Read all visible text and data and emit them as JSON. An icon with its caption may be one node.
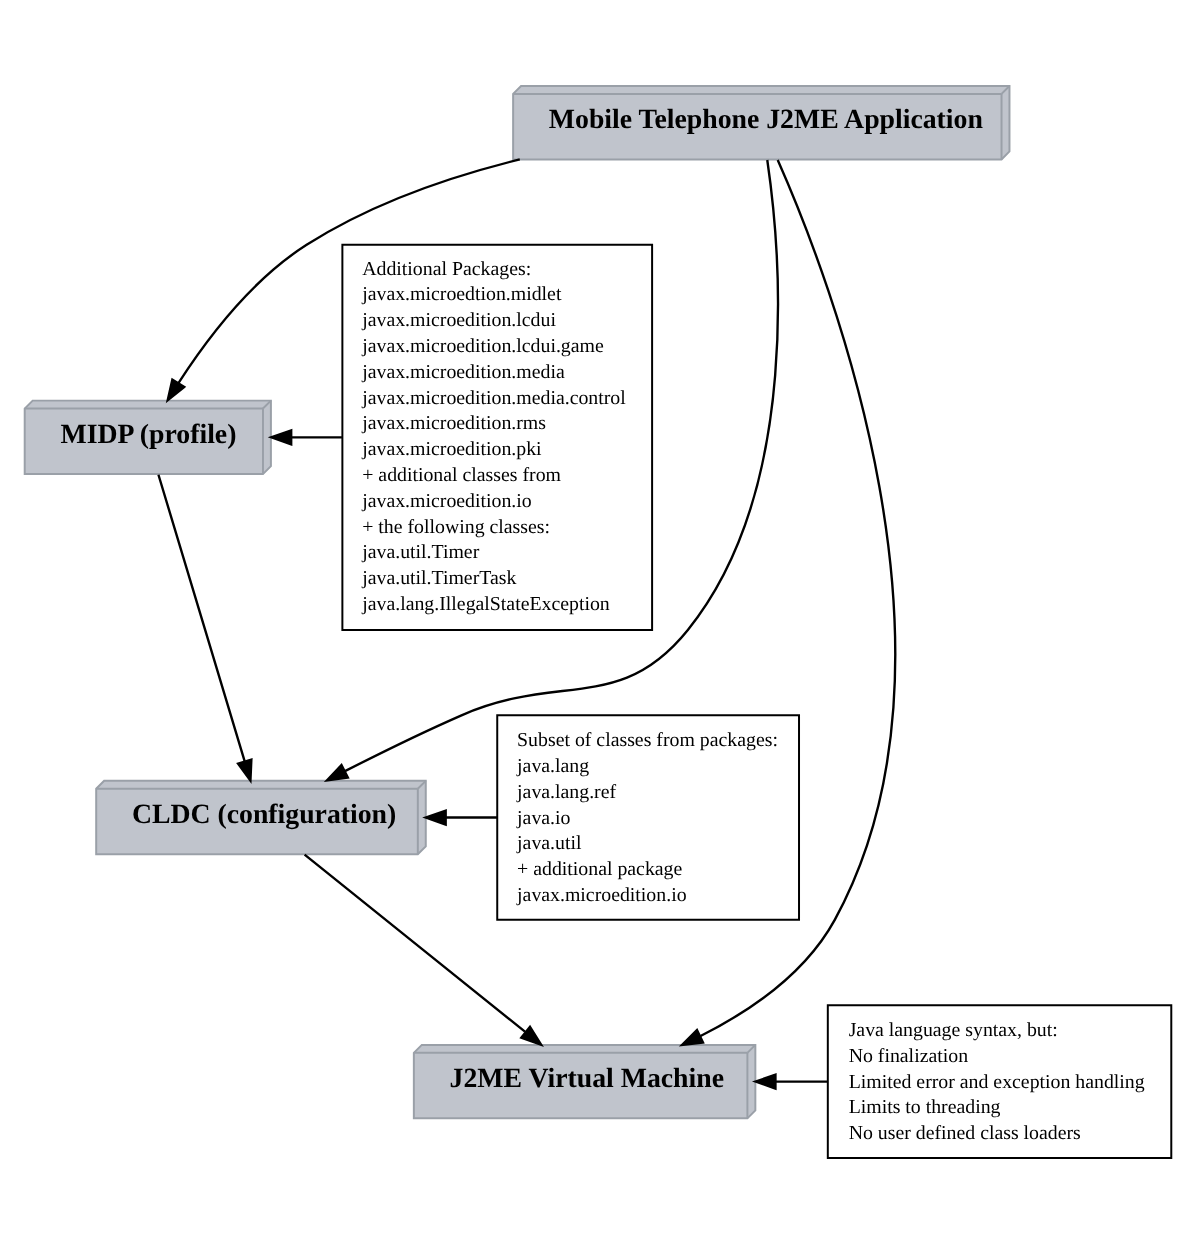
{
  "diagram": {
    "nodes": [
      {
        "text": [
          "Mobile Telephone J2ME Application"
        ]
      },
      {
        "text": [
          "MIDP (profile)"
        ]
      },
      {
        "text": [
          "Additional Packages:",
          "javax.microedtion.midlet",
          "javax.microedition.lcdui",
          "javax.microedition.lcdui.game",
          "javax.microedition.media",
          "javax.microedition.media.control",
          "javax.microedition.rms",
          "javax.microedition.pki",
          "+ additional classes from",
          "javax.microedition.io",
          "+ the following classes:",
          "java.util.Timer",
          "java.util.TimerTask",
          "java.lang.IllegalStateException"
        ]
      },
      {
        "text": [
          "CLDC (configuration)"
        ]
      },
      {
        "text": [
          "Subset of classes from packages:",
          "java.lang",
          "java.lang.ref",
          "java.io",
          "java.util",
          "+ additional package",
          "javax.microedition.io"
        ]
      },
      {
        "text": [
          "J2ME Virtual Machine"
        ]
      },
      {
        "text": [
          "Java language syntax, but:",
          "No finalization",
          "Limited error and exception handling",
          "Limits to threading",
          "No user defined class loaders"
        ]
      }
    ],
    "edges": [
      {
        "from": 0,
        "to": 1,
        "arrow": "to"
      },
      {
        "from": 0,
        "to": 3,
        "arrow": "to"
      },
      {
        "from": 0,
        "to": 5,
        "arrow": "to"
      },
      {
        "from": 2,
        "to": 1,
        "arrow": "to"
      },
      {
        "from": 1,
        "to": 3,
        "arrow": "to"
      },
      {
        "from": 4,
        "to": 3,
        "arrow": "to"
      },
      {
        "from": 3,
        "to": 5,
        "arrow": "to"
      },
      {
        "from": 6,
        "to": 5,
        "arrow": "to"
      }
    ]
  }
}
